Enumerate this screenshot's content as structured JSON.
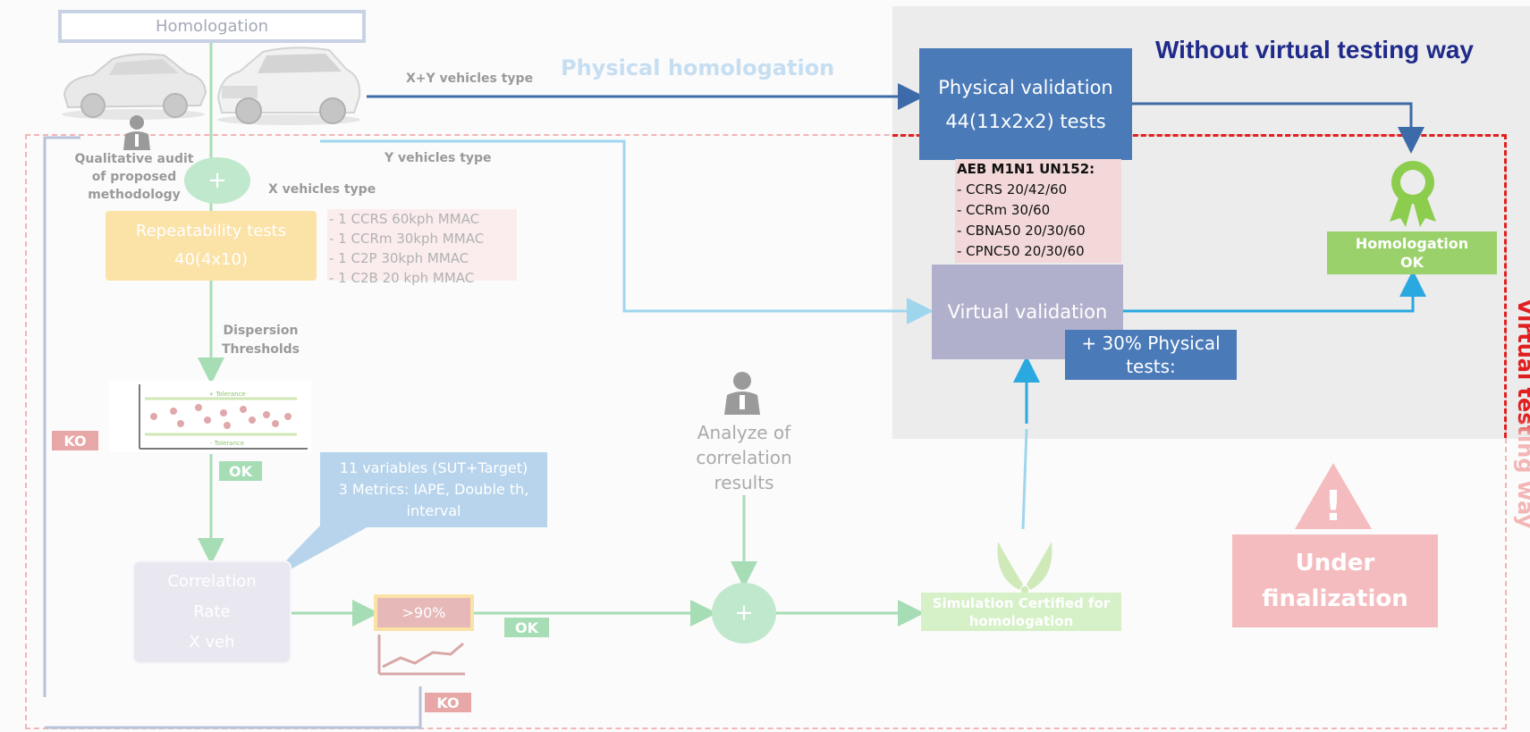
{
  "homologation_header": "Homologation",
  "physical_homologation_label": "Physical homologation",
  "without_virtual_title": "Without virtual testing way",
  "virtual_testing_way_label": "Virtual testing way",
  "edge_labels": {
    "xy_vehicles": "X+Y vehicles type",
    "y_vehicles": "Y vehicles type",
    "x_vehicles": "X vehicles type",
    "dispersion": [
      "Dispersion",
      "Thresholds"
    ]
  },
  "qualitative_audit": [
    "Qualitative audit",
    "of proposed",
    "methodology"
  ],
  "physical_validation": {
    "line1": "Physical validation",
    "line2": "44(11x2x2) tests"
  },
  "aeb_list": {
    "title": "AEB M1N1 UN152:",
    "items": [
      "- CCRS 20/42/60",
      "- CCRm 30/60",
      "- CBNA50 20/30/60",
      "- CPNC50 20/30/60"
    ]
  },
  "virtual_validation": "Virtual validation",
  "physical_tests_extra": {
    "line1": "+ 30% Physical",
    "line2": "tests:"
  },
  "homologation_ok": {
    "line1": "Homologation",
    "line2": "OK"
  },
  "repeatability": {
    "line1": "Repeatability tests",
    "line2": "40(4x10)"
  },
  "repeat_list": [
    "- 1 CCRS 60kph MMAC",
    "- 1 CCRm 30kph MMAC",
    "- 1 C2P 30kph MMAC",
    "- 1 C2B 20 kph MMAC"
  ],
  "tolerance_plot": {
    "top": "+ Tolerance",
    "bottom": "- Tolerance"
  },
  "ok_label": "OK",
  "ko_label": "KO",
  "variables_callout": [
    "11 variables (SUT+Target)",
    "3 Metrics: IAPE, Double th,",
    "interval"
  ],
  "correlation_box": [
    "Correlation",
    "Rate",
    "X veh"
  ],
  "threshold_box": ">90%",
  "analyze_text": [
    "Analyze of",
    "correlation",
    "results"
  ],
  "plus_symbol": "+",
  "sim_certified": {
    "line1": "Simulation Certified for",
    "line2": "homologation"
  },
  "under_finalization": {
    "line1": "Under",
    "line2": "finalization"
  },
  "warning_symbol": "!",
  "colors": {
    "dark_blue": "#4a7ab8",
    "light_blue": "#8fd0f0",
    "green": "#9ad16b",
    "red_dash": "#e02020",
    "title_navy": "#1f2a8a",
    "virtual_purple": "#b0b0cc",
    "pink": "#f5bcbf"
  }
}
